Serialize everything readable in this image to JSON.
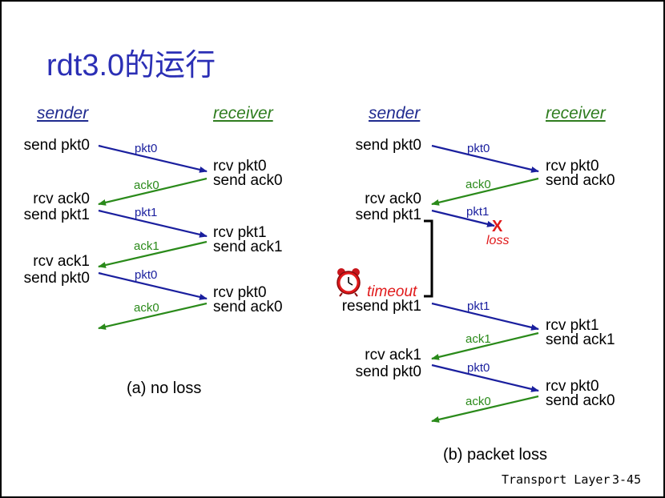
{
  "title": "rdt3.0的运行",
  "panel_a": {
    "sender_header": "sender",
    "receiver_header": "receiver",
    "sender_events": [
      "send pkt0",
      "rcv ack0",
      "send pkt1",
      "rcv ack1",
      "send pkt0"
    ],
    "receiver_events": [
      "rcv pkt0",
      "send ack0",
      "rcv pkt1",
      "send ack1",
      "rcv pkt0",
      "send ack0"
    ],
    "labels": [
      "pkt0",
      "ack0",
      "pkt1",
      "ack1",
      "pkt0",
      "ack0"
    ],
    "caption": "(a) no loss"
  },
  "panel_b": {
    "sender_header": "sender",
    "receiver_header": "receiver",
    "sender_events": [
      "send pkt0",
      "rcv ack0",
      "send pkt1",
      "resend pkt1",
      "rcv ack1",
      "send pkt0"
    ],
    "receiver_events": [
      "rcv pkt0",
      "send ack0",
      "rcv pkt1",
      "send ack1",
      "rcv pkt0",
      "send ack0"
    ],
    "labels": [
      "pkt0",
      "ack0",
      "pkt1",
      "pkt1",
      "ack1",
      "pkt0",
      "ack0"
    ],
    "loss_mark": "X",
    "loss_label": "loss",
    "timeout_label": "timeout",
    "caption": "(b) packet loss"
  },
  "footer": {
    "course": "Transport Layer",
    "page": "3-45"
  },
  "colors": {
    "title": "#2b2fb5",
    "packet": "#1a1f9e",
    "ack": "#2a8a1a",
    "alert": "#e0191a"
  },
  "icons": [
    "alarm-clock-icon"
  ]
}
